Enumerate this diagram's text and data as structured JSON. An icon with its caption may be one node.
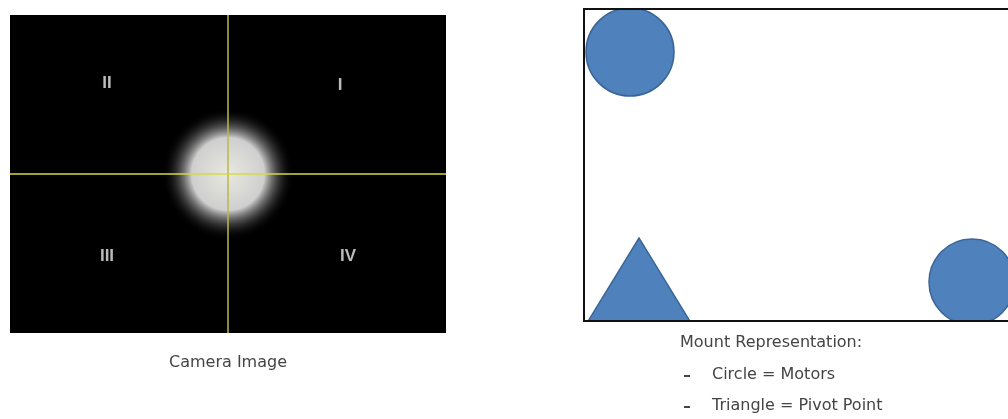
{
  "diagram": {
    "nodes": [
      {
        "text": [
          "II",
          "I",
          "III",
          "IV"
        ]
      },
      {
        "text": [],
        "shape": "box"
      },
      {
        "text": [],
        "shape": "circle",
        "in": 1
      },
      {
        "text": [],
        "shape": "triangle",
        "in": 1
      },
      {
        "text": [],
        "shape": "circle",
        "in": 1
      }
    ],
    "edges": [],
    "labels": [
      "Camera Image",
      "Mount Representation:",
      "Circle = Motors",
      "Triangle = Pivot Point"
    ]
  }
}
